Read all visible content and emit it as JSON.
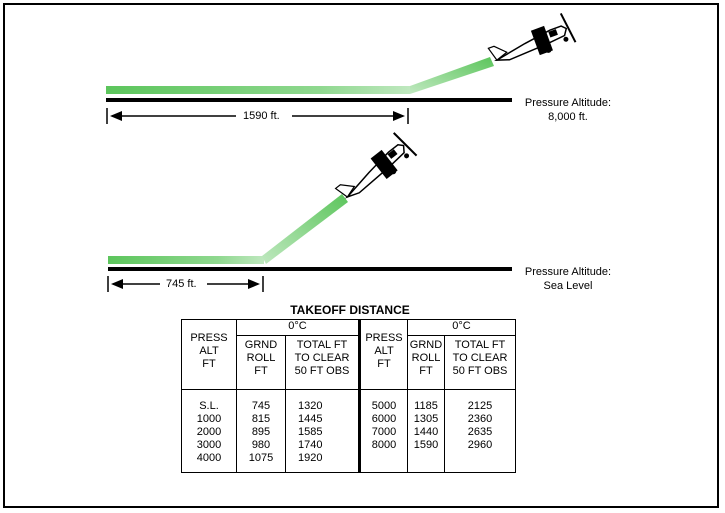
{
  "top_diagram": {
    "distance_label": "1590 ft.",
    "pressure_label_line1": "Pressure Altitude:",
    "pressure_label_line2": "8,000 ft."
  },
  "bottom_diagram": {
    "distance_label": "745 ft.",
    "pressure_label_line1": "Pressure Altitude:",
    "pressure_label_line2": "Sea Level"
  },
  "table": {
    "title": "TAKEOFF DISTANCE",
    "press_alt_header": [
      "PRESS",
      "ALT",
      "FT"
    ],
    "temp_header": "0°C",
    "grnd_roll_header": [
      "GRND",
      "ROLL",
      "FT"
    ],
    "total_header": [
      "TOTAL FT",
      "TO CLEAR",
      "50 FT OBS"
    ],
    "left": {
      "press_alt": [
        "S.L.",
        "1000",
        "2000",
        "3000",
        "4000"
      ],
      "grnd_roll": [
        "745",
        "815",
        "895",
        "980",
        "1075"
      ],
      "total": [
        "1320",
        "1445",
        "1585",
        "1740",
        "1920"
      ]
    },
    "right": {
      "press_alt": [
        "5000",
        "6000",
        "7000",
        "8000"
      ],
      "grnd_roll": [
        "1185",
        "1305",
        "1440",
        "1590"
      ],
      "total": [
        "2125",
        "2360",
        "2635",
        "2960"
      ]
    }
  },
  "colors": {
    "path_green": "#66cc66",
    "line_black": "#000000"
  }
}
